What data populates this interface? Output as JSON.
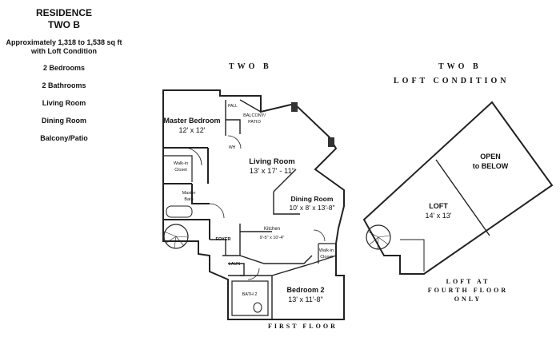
{
  "residence": {
    "title_line1": "RESIDENCE",
    "title_line2": "TWO B",
    "area_line1": "Approximately 1,318 to 1,538 sq ft",
    "area_line2": "with Loft Condition",
    "features": [
      "2 Bedrooms",
      "2 Bathrooms",
      "Living Room",
      "Dining Room",
      "Balcony/Patio"
    ]
  },
  "first_floor_plan": {
    "header": "TWO B",
    "footer": "FIRST FLOOR",
    "rooms": {
      "master_bedroom": {
        "name": "Master Bedroom",
        "size": "12' x 12'"
      },
      "living_room": {
        "name": "Living Room",
        "size": "13' x 17' - 11\""
      },
      "dining_room": {
        "name": "Dining Room",
        "size": "10' x 8' x 13'-8\""
      },
      "kitchen": {
        "name": "Kitchen",
        "size": "9'-5\" x 10'-4\""
      },
      "bedroom_2": {
        "name": "Bedroom 2",
        "size": "13' x 11'-8\""
      },
      "master_bath": {
        "name_line1": "Master",
        "name_line2": "Bath"
      },
      "walk_in_closet_1": {
        "name_line1": "Walk-in",
        "name_line2": "Closet"
      },
      "walk_in_closet_2": {
        "name_line1": "Walk-in",
        "name_line2": "Closet"
      },
      "balcony": {
        "name_line1": "BALCONY/",
        "name_line2": "PATIO"
      },
      "foyer": "FOYER",
      "laundry": "LAUN",
      "bath_2": "BATH 2",
      "wh": "WH",
      "pall": "PALL"
    }
  },
  "loft_plan": {
    "header_line1": "TWO B",
    "header_line2": "LOFT CONDITION",
    "open_line1": "OPEN",
    "open_line2": "to BELOW",
    "loft_name": "LOFT",
    "loft_size": "14' x 13'",
    "note_line1": "LOFT AT",
    "note_line2": "FOURTH FLOOR",
    "note_line3": "ONLY"
  }
}
